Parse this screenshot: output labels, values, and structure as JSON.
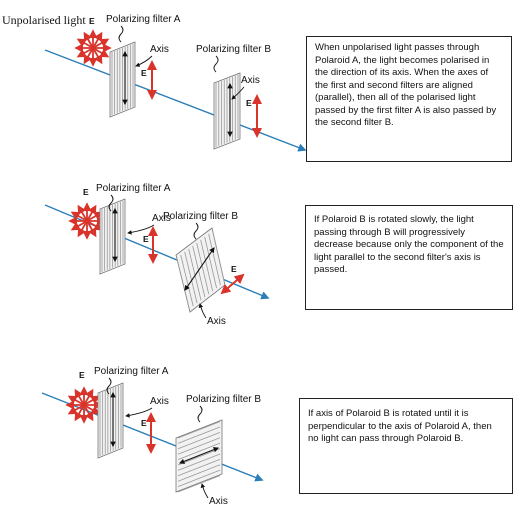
{
  "colors": {
    "beam": "#2b7fb8",
    "arrow_red": "#d9342b",
    "filter_stripe": "#999999",
    "filter_bg": "#f2f2f2",
    "box_border": "#222222"
  },
  "panel1": {
    "unpolarised_label": "Unpolarised light",
    "e_label": "E",
    "filter_a_label": "Polarizing filter A",
    "filter_b_label": "Polarizing filter B",
    "axis_a": "Axis",
    "axis_b": "Axis",
    "e_after_a": "E",
    "e_after_b": "E",
    "description": "When unpolarised light passes through Polaroid A, the light becomes polarised in the direction of its axis. When the axes of the first and second filters are aligned (parallel), then all of the polarised light passed by the first filter A is also passed by the second filter B."
  },
  "panel2": {
    "e_label": "E",
    "filter_a_label": "Polarizing filter A",
    "filter_b_label": "Polarizing filter B",
    "axis_a": "Axis",
    "axis_b": "Axis",
    "e_after_a": "E",
    "e_after_b": "E",
    "description": "If Polaroid B is rotated slowly, the light passing through B will progressively decrease because only the component of the light parallel to the second filter's axis is passed."
  },
  "panel3": {
    "e_label": "E",
    "filter_a_label": "Polarizing filter A",
    "filter_b_label": "Polarizing filter B",
    "axis_a": "Axis",
    "axis_b": "Axis",
    "e_after_a": "E",
    "description": "If axis of Polaroid B is rotated until it is perpendicular to the axis of Polaroid A, then no light can pass through Polaroid B."
  }
}
